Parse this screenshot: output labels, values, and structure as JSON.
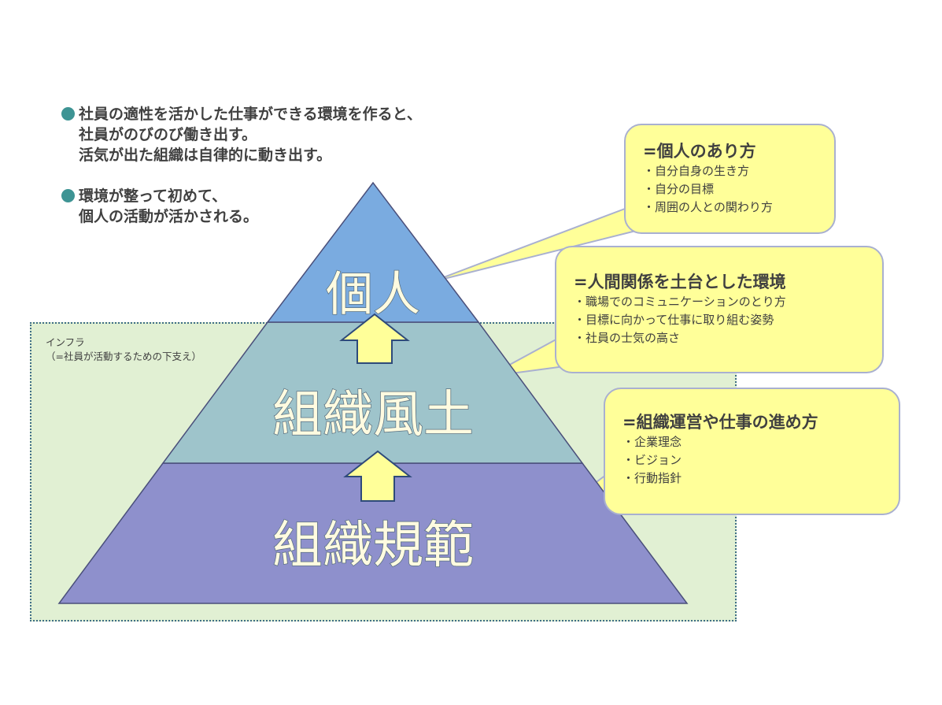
{
  "intro": {
    "bullet1": [
      "社員の適性を活かした仕事ができる環境を作ると、",
      "社員がのびのび働き出す。",
      "活気が出た組織は自律的に動き出す。"
    ],
    "bullet2": [
      "環境が整って初めて、",
      "個人の活動が活かされる。"
    ]
  },
  "infra": {
    "label_line1": "インフラ",
    "label_line2": "（=社員が活動するための下支え）"
  },
  "pyramid": {
    "top": "個人",
    "middle": "組織風土",
    "bottom": "組織規範"
  },
  "callouts": [
    {
      "title": "=個人のあり方",
      "items": [
        "自分自身の生き方",
        "自分の目標",
        "周囲の人との関わり方"
      ]
    },
    {
      "title": "=人間関係を土台とした環境",
      "items": [
        "職場でのコミュニケーションのとり方",
        "目標に向かって仕事に取り組む姿勢",
        "社員の士気の高さ"
      ]
    },
    {
      "title": "=組織運営や仕事の進め方",
      "items": [
        "企業理念",
        "ビジョン",
        "行動指針"
      ]
    }
  ],
  "colors": {
    "top_layer": "#7aabe0",
    "middle_layer": "#9ec4cb",
    "bottom_layer": "#8e90cc",
    "callout_fill": "#ffff99",
    "arrow_fill": "#ffff99",
    "infra_fill": "#e1f0d3"
  }
}
